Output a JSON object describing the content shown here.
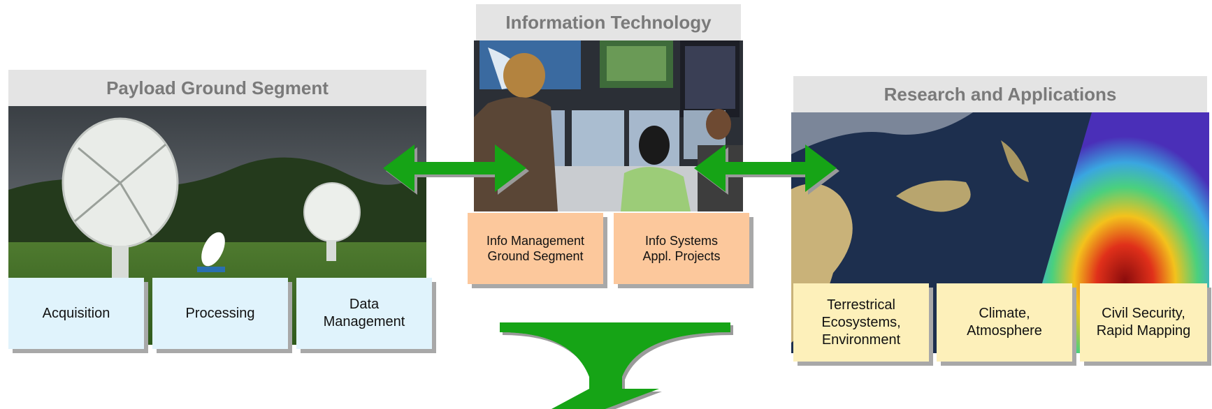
{
  "groups": {
    "payload": {
      "title": "Payload Ground Segment",
      "items": [
        "Acquisition",
        "Processing",
        "Data\nManagement"
      ]
    },
    "it": {
      "title": "Information Technology",
      "items": [
        "Info Management\nGround Segment",
        "Info Systems\nAppl. Projects"
      ]
    },
    "research": {
      "title": "Research and Applications",
      "items": [
        "Terrestrical\nEcosystems,\nEnvironment",
        "Climate,\nAtmosphere",
        "Civil Security,\nRapid Mapping"
      ]
    }
  },
  "photos": {
    "payload": "antenna-dishes-photo",
    "it": "control-room-photo",
    "research": "satellite-map-photo"
  },
  "colors": {
    "arrow": "#12a412",
    "header_bg": "#e4e4e4",
    "header_text": "#7a7a7a",
    "box_blue": "#e0f3fc",
    "box_orange": "#fcc89c",
    "box_yellow": "#fdf0ba"
  }
}
